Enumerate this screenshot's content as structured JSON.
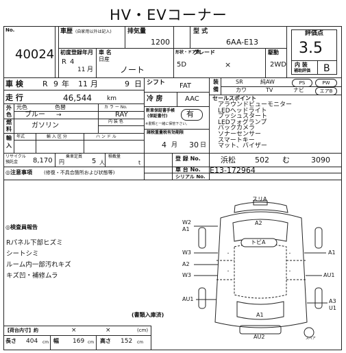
{
  "title": "HV・EVコーナー",
  "lot": {
    "label": "No.",
    "number": "40024"
  },
  "history": {
    "label": "車歴",
    "note": "(自家用以外は記入)"
  },
  "displacement": {
    "label": "排気量",
    "value": "1200"
  },
  "model_code": {
    "label": "型 式",
    "value": "6AA-E13"
  },
  "grade_score": {
    "label": "評価点",
    "value": "3.5"
  },
  "first_reg": {
    "label": "初度登録年月",
    "era": "R",
    "year": "4",
    "month": "11",
    "unit": "月"
  },
  "car_name": {
    "label": "車 名",
    "maker": "日産",
    "name": "ノート"
  },
  "door": {
    "label": "形状・ドア数",
    "value": "5D"
  },
  "grade": {
    "label": "グレード",
    "value": "×"
  },
  "drive": {
    "label": "駆動",
    "value": "2WD"
  },
  "interior": {
    "label": "内 装",
    "sub": "補助評価",
    "value": "B"
  },
  "shaken": {
    "label": "車 検",
    "era": "R",
    "year": "9",
    "year_unit": "年",
    "month": "11",
    "month_unit": "月",
    "day": "9",
    "day_unit": "日"
  },
  "mileage": {
    "label": "走 行",
    "value": "46,544",
    "unit": "km"
  },
  "color": {
    "label_outer": "外",
    "label_inner": "色",
    "original_label": "元色",
    "original": "ブルー",
    "arrow": "→",
    "tone_label": "色替",
    "color_no_label": "カ ラ ー No.",
    "color_no": "RAY"
  },
  "inner_color": {
    "label": "内 装 色"
  },
  "fuel": {
    "label_a": "燃",
    "label_b": "料",
    "value": "ガソリン"
  },
  "import": {
    "label_a": "輸",
    "label_b": "入",
    "year_label": "年式",
    "class_label": "輸 入 区 分",
    "handle_label": "ハ ン ド ル"
  },
  "shift": {
    "label": "シフト",
    "value": "FAT"
  },
  "aircon": {
    "label": "冷 房",
    "value": "AAC"
  },
  "manual": {
    "label_a": "新車保証書手帳",
    "label_b": "(保証書付)",
    "value": "有",
    "note": "※書類と一緒に保管下さい。"
  },
  "tax": {
    "label": "諸税重量税有効期限",
    "month": "4",
    "month_unit": "月",
    "day": "30",
    "day_unit": "日"
  },
  "equipment": {
    "label_a": "装",
    "label_b": "備",
    "row1": [
      "SR",
      "純AW",
      "PS",
      "PW"
    ],
    "row2": [
      "カワ",
      "TV",
      "ナビ",
      "エアB"
    ]
  },
  "sales_points": {
    "label": "セールスポイント",
    "items": [
      "アラウンドビューモニター",
      "LEDヘッドライト",
      "プッシュスタート",
      "LEDフォグランプ",
      "バックカメラ",
      "ソナーセンサー",
      "スマートキー",
      "マット、バイザー"
    ]
  },
  "recycle": {
    "label_a": "リサイクル",
    "label_b": "預託金",
    "value": "8,170",
    "unit": "円"
  },
  "capacity": {
    "label": "乗車定員",
    "value": "5",
    "unit": "人"
  },
  "load": {
    "label": "積載量",
    "unit": "t"
  },
  "registration": {
    "label": "登 録 No.",
    "area": "浜松",
    "class_no": "502",
    "kana": "む",
    "number": "3090"
  },
  "chassis": {
    "label": "車 台 No.",
    "value": "E13-172964"
  },
  "serial": {
    "label": "シリアル No."
  },
  "notes": {
    "label": "◎注意事項",
    "sub": "(修復・不具合箇所および状態等)"
  },
  "inspector": {
    "label": "◎検査員報告",
    "items": [
      "Rパネル下部ヒズミ",
      "シートシミ",
      "ルーム内一部汚れキズ",
      "キズ凹・補修ムラ"
    ]
  },
  "docs": {
    "label": "(書類入庫済)"
  },
  "cargo": {
    "label": "【荷台内寸】約",
    "x1": "×",
    "x2": "×",
    "unit": "(cm)"
  },
  "dimensions": {
    "length_label": "長さ",
    "length": "404",
    "width_label": "幅",
    "width": "169",
    "height_label": "高さ",
    "height": "152",
    "unit": "cm"
  },
  "diagram": {
    "top": "スリA",
    "bottom": "AU2",
    "spare": "スペア",
    "roof": "A2",
    "hood": "トビA",
    "bottom_center": "A1",
    "left": [
      "W2",
      "A1",
      "W3",
      "A2",
      "W3",
      "AU1"
    ],
    "right": [
      "A1",
      "AU1",
      "A3",
      "U1"
    ]
  }
}
